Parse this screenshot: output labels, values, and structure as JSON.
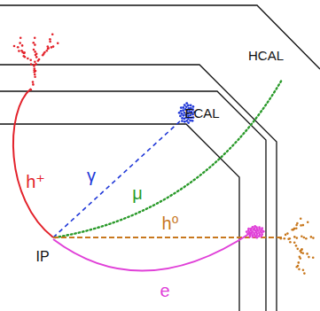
{
  "diagram": {
    "labels": [
      "HCAL",
      "ECAL",
      "h⁺",
      "γ",
      "μ",
      "h⁰",
      "e",
      "IP"
    ]
  }
}
